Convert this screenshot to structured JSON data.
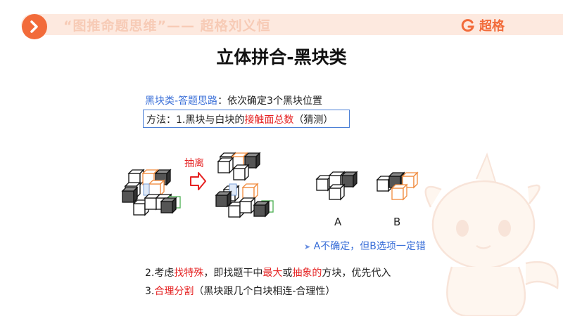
{
  "header": {
    "title": "“图推命题思维”—— 超格刘义恒",
    "brand": "超格"
  },
  "slide": {
    "title": "立体拼合-黑块类",
    "tip_prefix": "黑块类-答题思路",
    "tip_rest": "：依次确定3个黑块位置",
    "method_prefix": "方法：1.黑块与白块的",
    "method_red": "接触面总数",
    "method_suffix": "（猜测）",
    "extract_label": "抽离",
    "option_a": "A",
    "option_b": "B",
    "note": "A不确定，但B选项一定错",
    "point2_prefix": "2.考虑",
    "point2_red1": "找特殊",
    "point2_mid1": "，即找题干中",
    "point2_red2": "最大",
    "point2_mid2": "或",
    "point2_red3": "抽象的",
    "point2_suffix": "方块，优先代入",
    "point3_prefix": "3.",
    "point3_red": "合理分割",
    "point3_suffix": "（黑块跟几个白块相连-合理性）"
  },
  "colors": {
    "accent": "#f26b3a",
    "highlight": "#e52222",
    "blue": "#3a6fd8",
    "black_cube": "#555555",
    "orange_edge": "#f08a3c",
    "green_edge": "#4caf50"
  }
}
